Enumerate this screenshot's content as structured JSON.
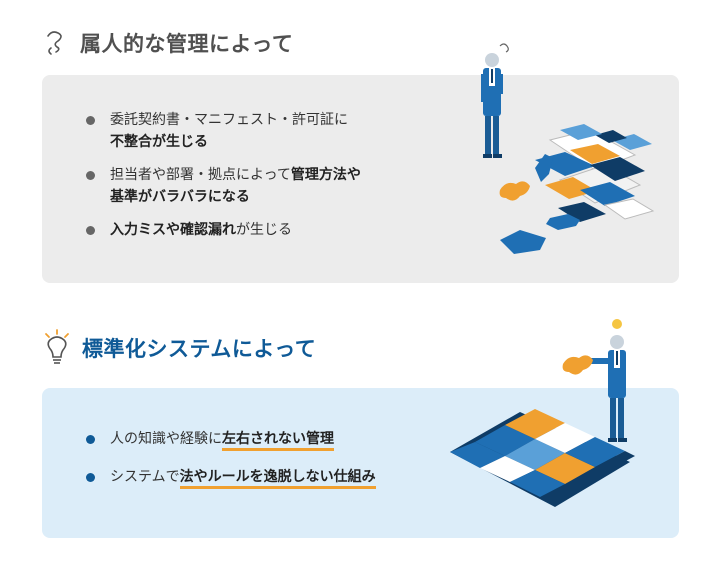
{
  "top": {
    "title": "属人的な管理によって",
    "items": [
      {
        "line1": "委託契約書・マニフェスト・許可証に",
        "line2_bold": "不整合が生じる"
      },
      {
        "line1_plain": "担当者や部署・拠点によって",
        "line1_bold": "管理方法や",
        "line2_bold": "基準がバラバラになる"
      },
      {
        "bold": "入力ミスや確認漏れ",
        "plain": "が生じる"
      }
    ]
  },
  "bottom": {
    "title": "標準化システムによって",
    "items": [
      {
        "plain": "人の知識や経験に",
        "underlined": "左右されない管理"
      },
      {
        "plain": "システムで",
        "underlined": "法やルールを逸脱しない仕組み"
      }
    ]
  },
  "colors": {
    "accent_orange": "#f0a030",
    "brand_blue": "#0f5a97",
    "panel_gray": "#ececec",
    "panel_blue": "#dcedf9"
  },
  "icons": {
    "top": "confused-scribble-icon",
    "bottom": "lightbulb-icon"
  }
}
